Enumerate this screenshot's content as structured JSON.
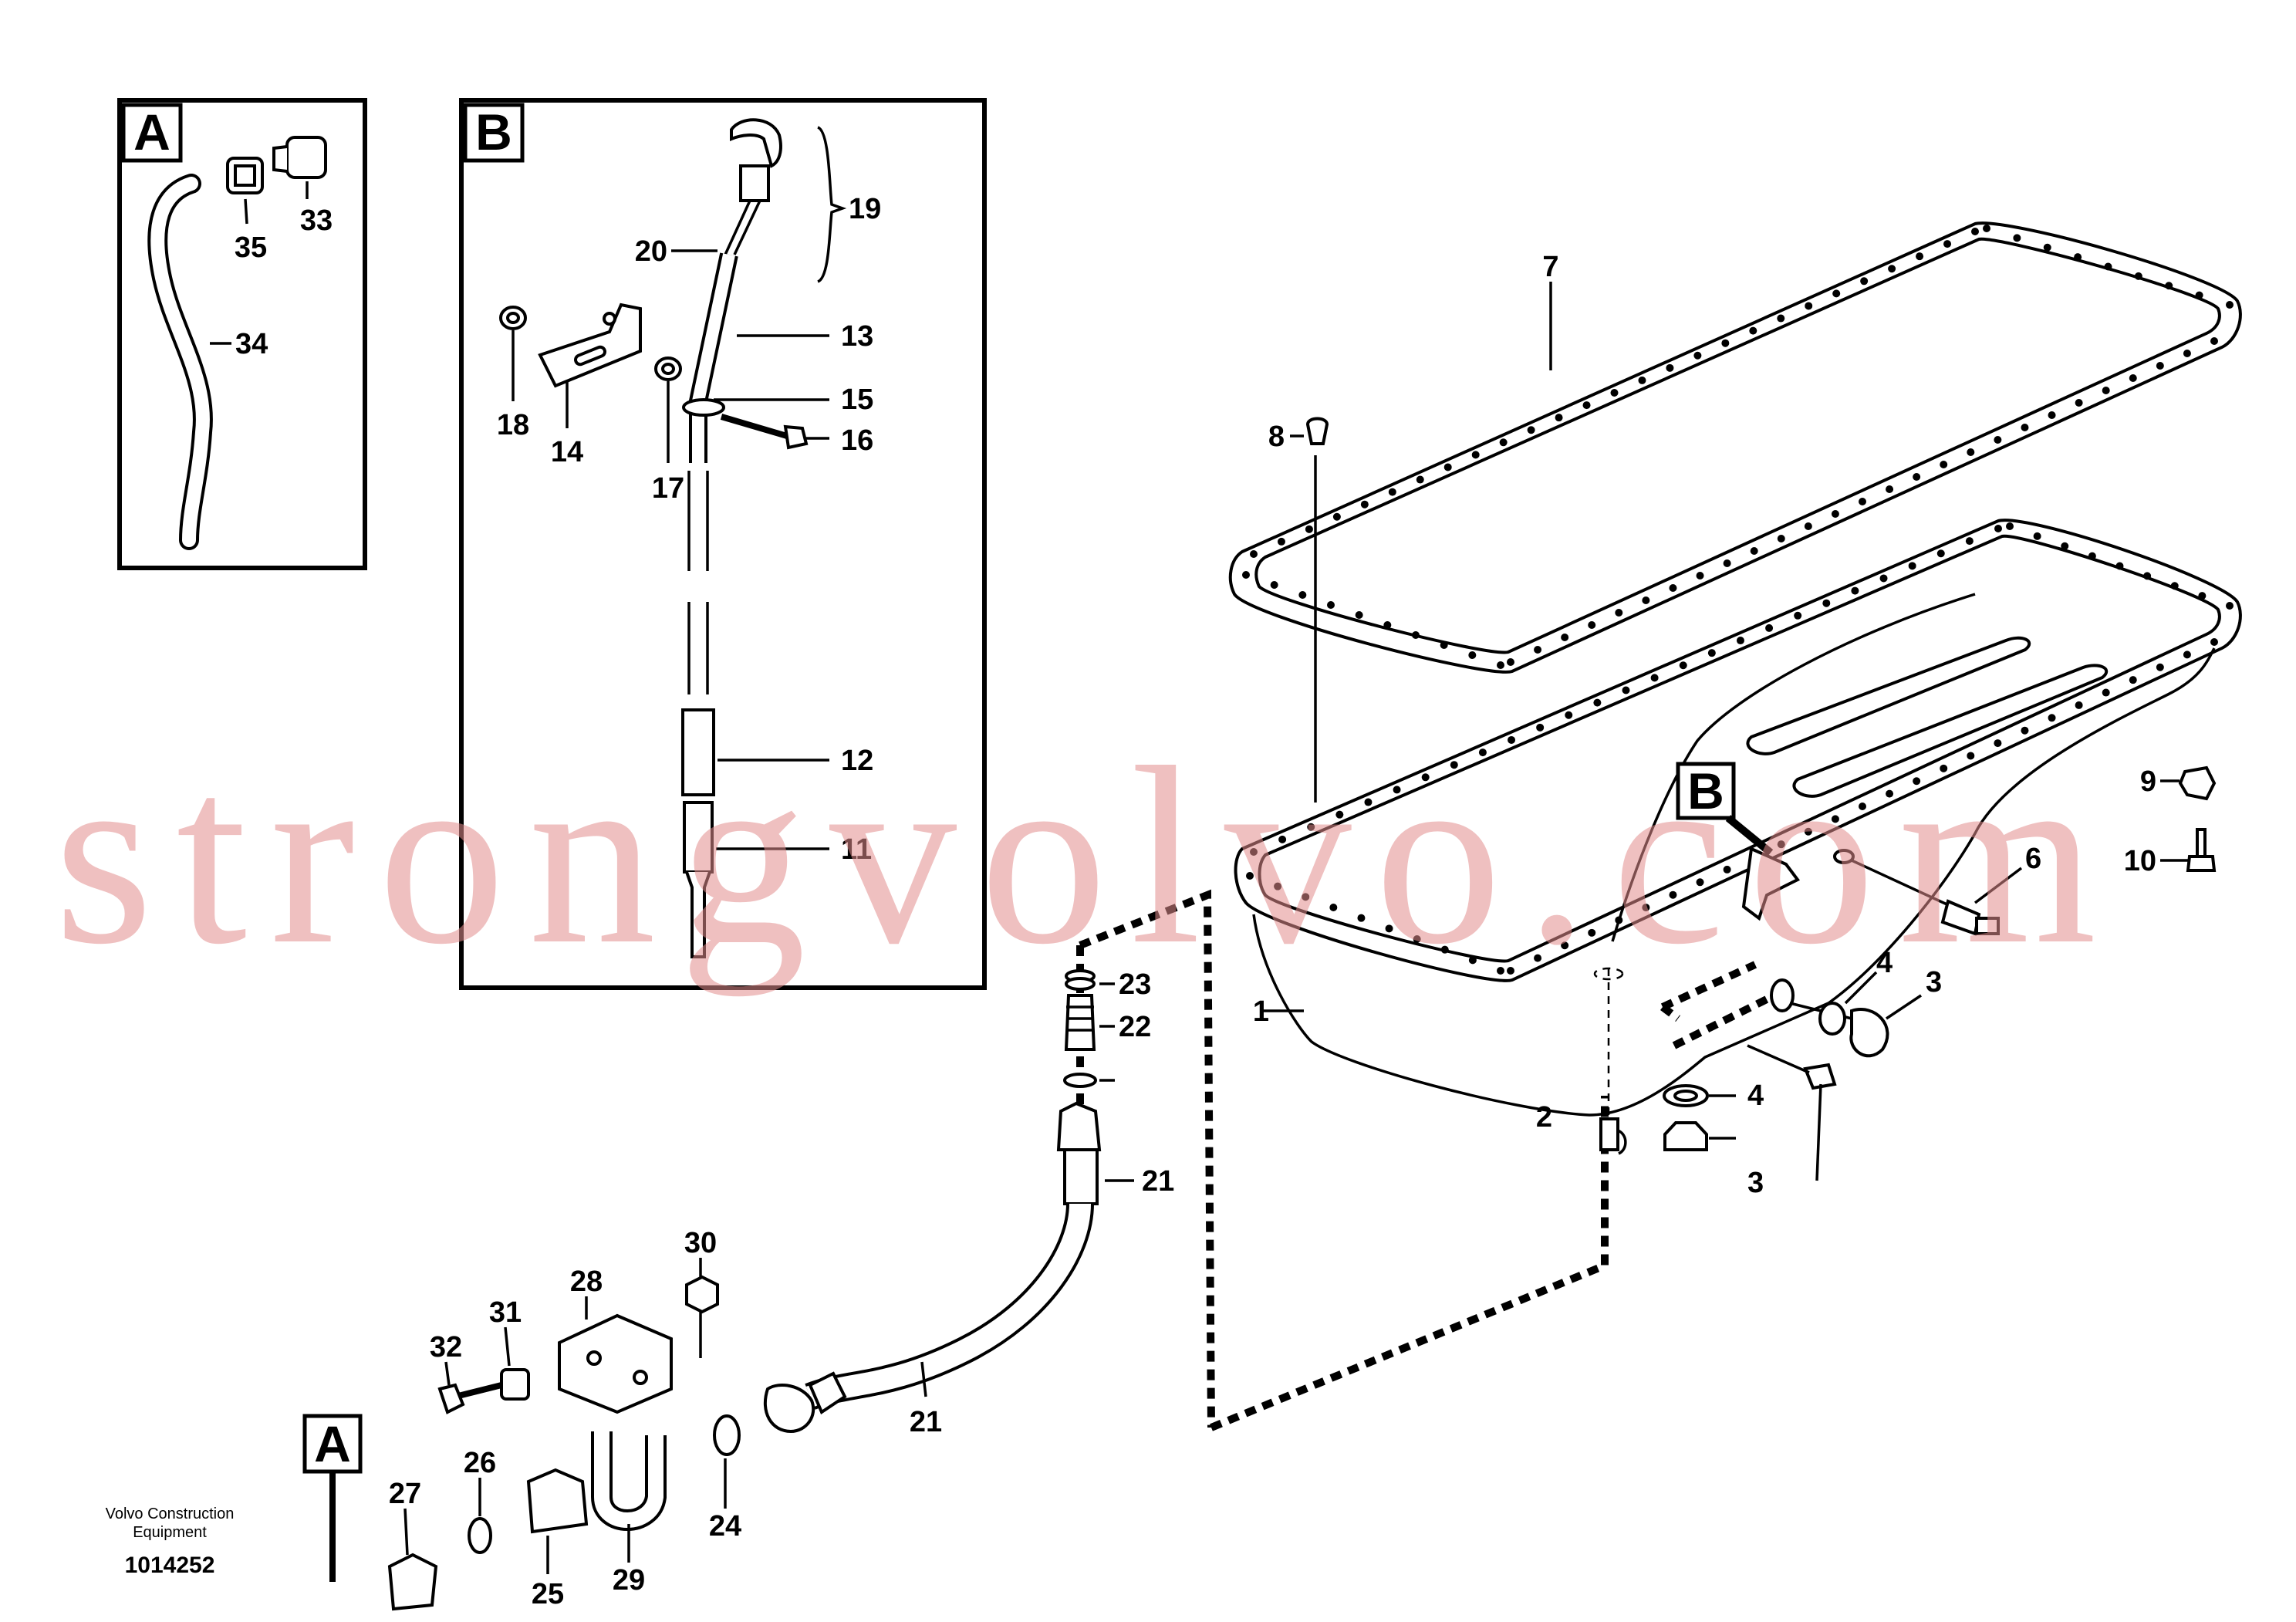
{
  "detail_boxes": {
    "a": {
      "letter": "A"
    },
    "b": {
      "letter": "B"
    }
  },
  "callouts": {
    "b_pan": "B",
    "a_bottom": "A"
  },
  "part_numbers": {
    "p1": "1",
    "p3a": "3",
    "p3b": "3",
    "p4a": "4",
    "p4b": "4",
    "p6": "6",
    "p7": "7",
    "p8": "8",
    "p9": "9",
    "p10": "10",
    "p11": "11",
    "p12": "12",
    "p13": "13",
    "p14": "14",
    "p15": "15",
    "p16": "16",
    "p17": "17",
    "p18": "18",
    "p19": "19",
    "p20": "20",
    "p21a": "21",
    "p21b": "21",
    "p22": "22",
    "p23": "23",
    "p2": "2",
    "p24": "24",
    "p25": "25",
    "p26": "26",
    "p27": "27",
    "p28": "28",
    "p29": "29",
    "p30": "30",
    "p31": "31",
    "p32": "32",
    "p33": "33",
    "p34": "34",
    "p35": "35"
  },
  "watermark": "strongvolvo.com",
  "footer": {
    "brand_line1": "Volvo Construction",
    "brand_line2": "Equipment",
    "drawing_number": "1014252"
  }
}
